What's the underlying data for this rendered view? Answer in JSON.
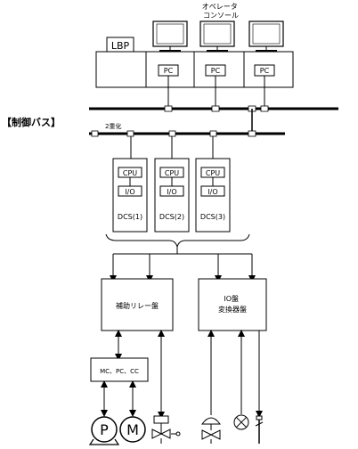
{
  "printer_label": "LBP",
  "console_label": "オペレータ\nコンソール",
  "pc_labels": [
    "PC",
    "PC",
    "PC"
  ],
  "bus_label": "【制御バス】",
  "redundancy_label": "2重化",
  "dcs_units": [
    {
      "cpu": "CPU",
      "io": "I/O",
      "name": "DCS(1)"
    },
    {
      "cpu": "CPU",
      "io": "I/O",
      "name": "DCS(2)"
    },
    {
      "cpu": "CPU",
      "io": "I/O",
      "name": "DCS(3)"
    }
  ],
  "aux_relay_panel_label": "補助リレー盤",
  "io_panel_label": "IO盤\n変換器盤",
  "mcc_label": "MC、PC、CC",
  "pump_label": "P",
  "motor_label": "M"
}
